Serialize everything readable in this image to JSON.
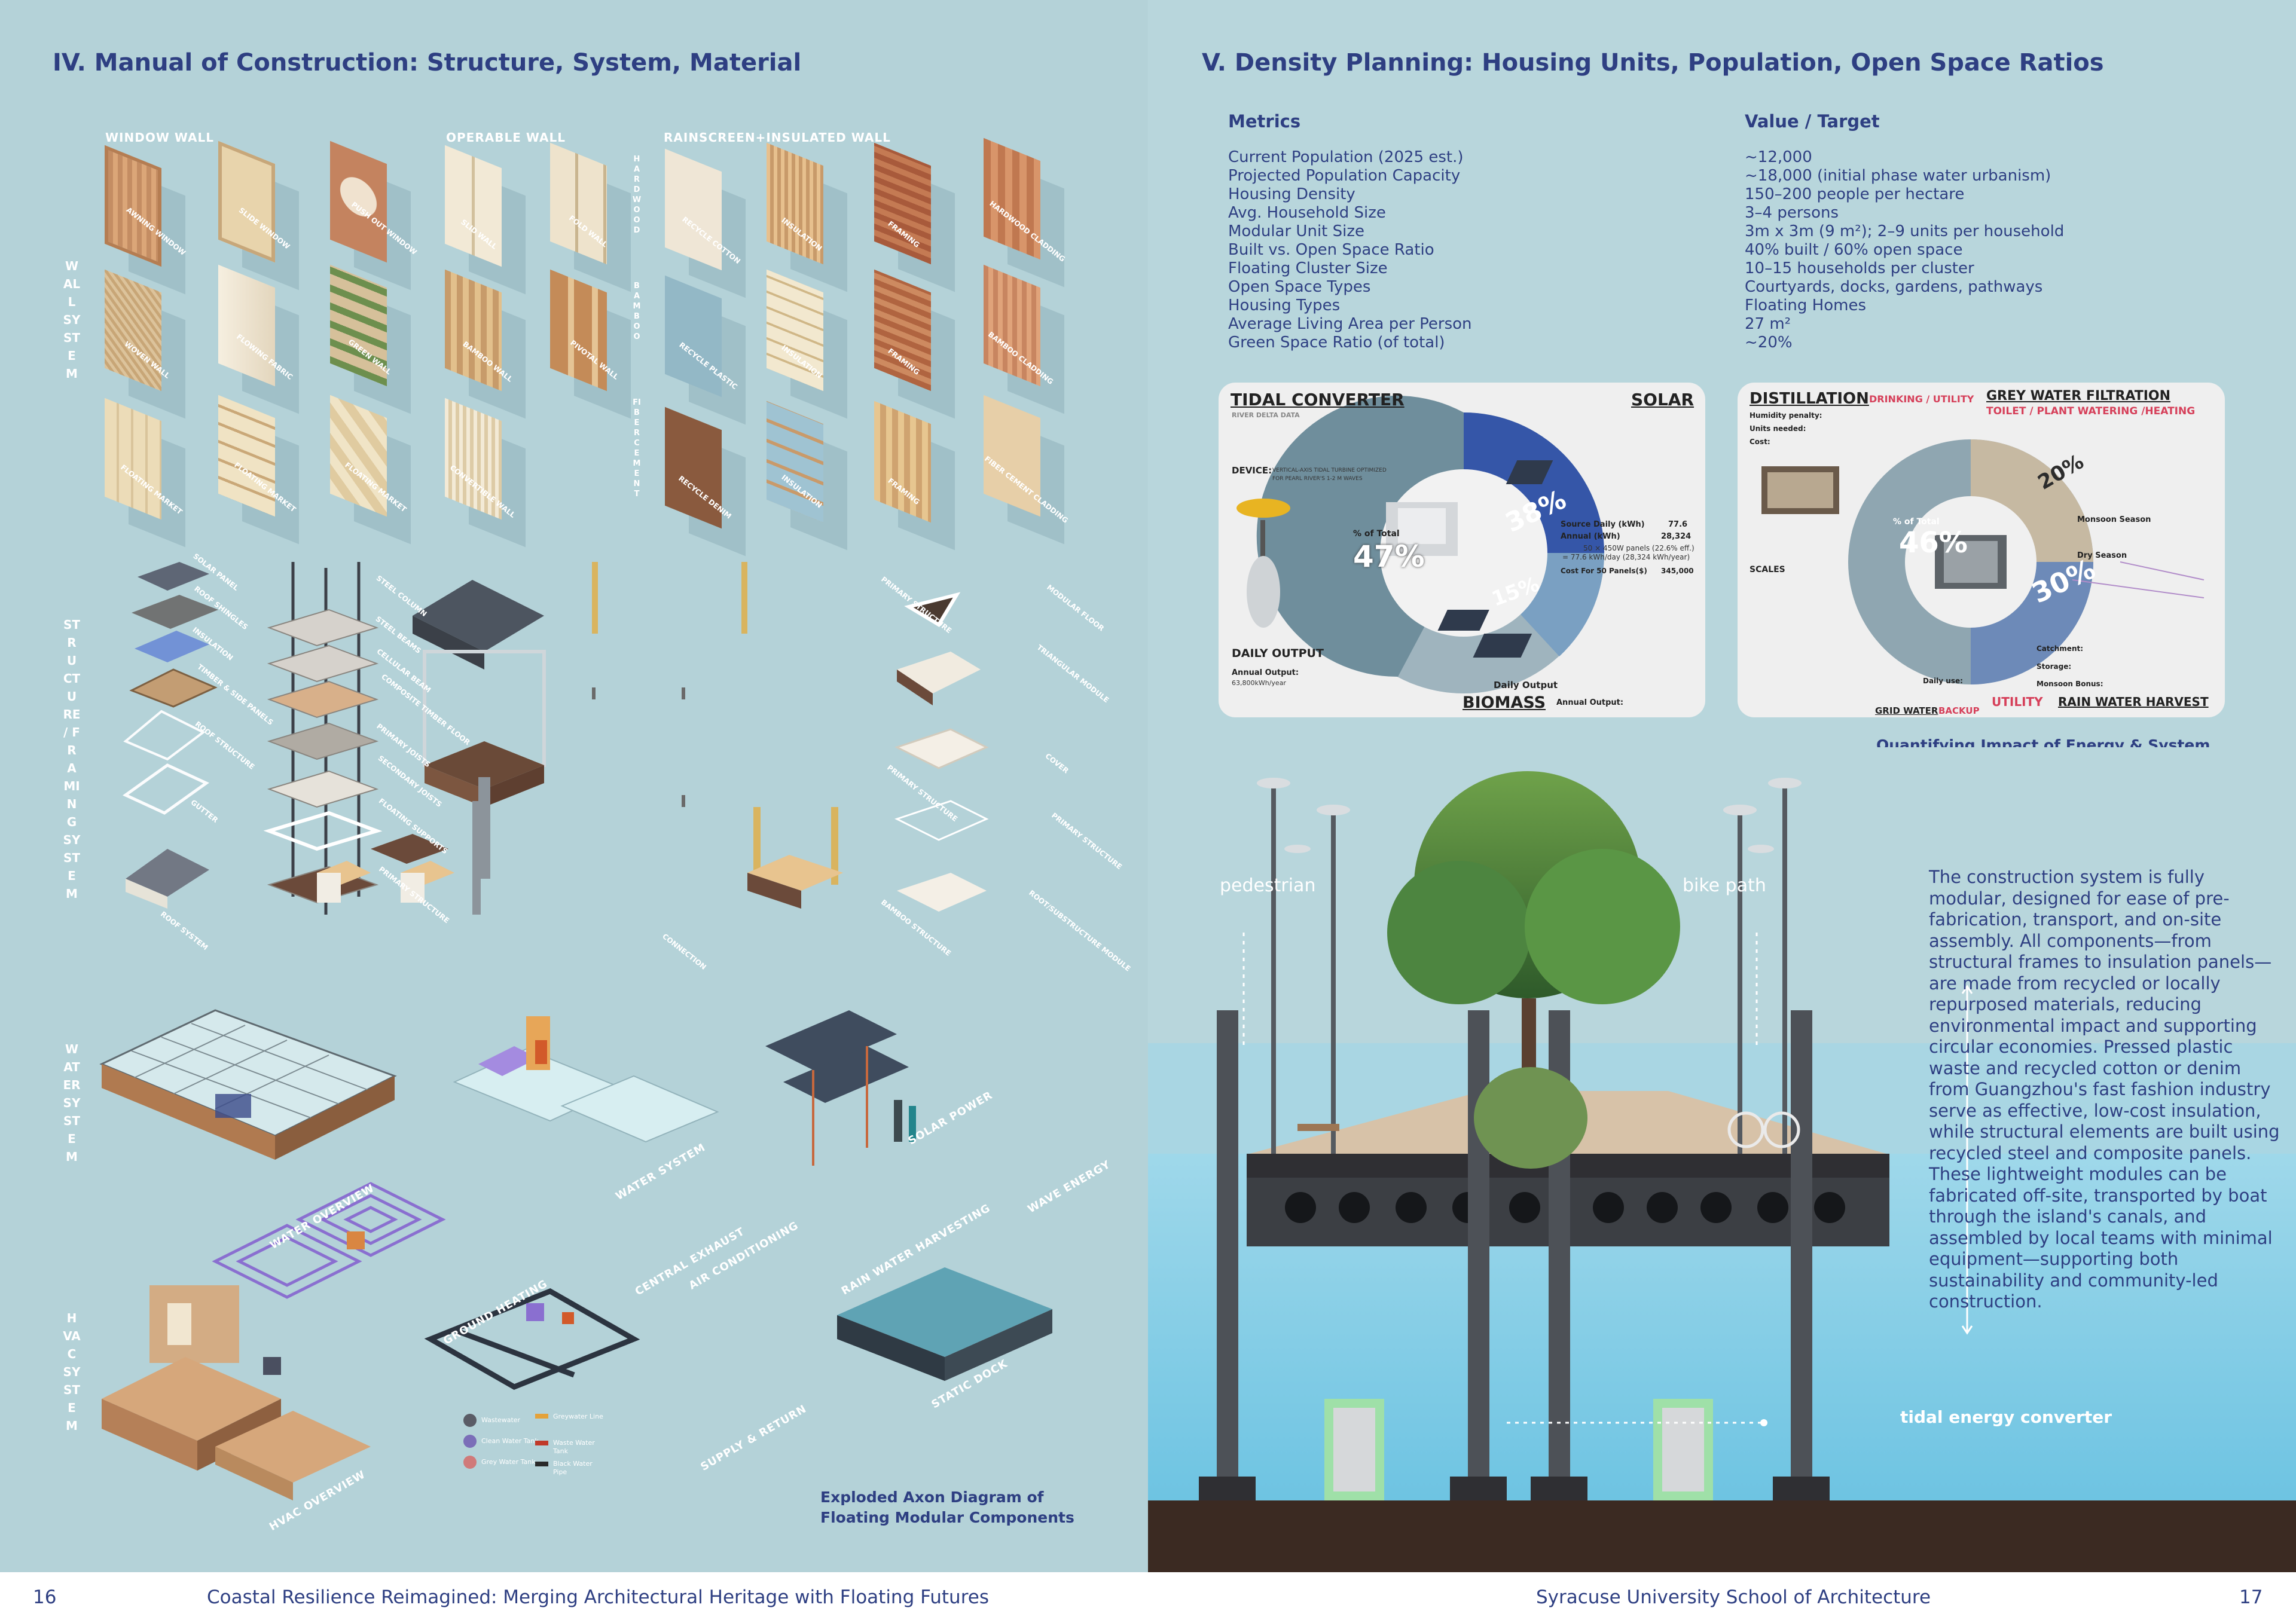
{
  "left": {
    "title": "IV. Manual of Construction: Structure, System, Material",
    "columns": [
      "WINDOW WALL",
      "OPERABLE WALL",
      "RAINSCREEN+INSULATED WALL"
    ],
    "systems": [
      "WALL SYSTEM",
      "STRUCTURE / FRAMING SYSTEM",
      "WATER SYSTEM",
      "HVAC SYSTEM"
    ],
    "materials": [
      "HARDWOOD",
      "BAMBOO",
      "FIBER CEMENT"
    ],
    "wall_panels_row1": [
      "AWNING WINDOW",
      "SLIDE WINDOW",
      "PUSH OUT WINDOW",
      "SLID WALL",
      "FOLD WALL",
      "RECYCLE COTTON",
      "INSULATION",
      "FRAMING",
      "HARDWOOD CLADDING"
    ],
    "wall_panels_row2": [
      "WOVEN WALL",
      "FLOWING FABRIC",
      "GREEN WALL",
      "BAMBOO WALL",
      "PIVOTAL WALL",
      "RECYCLE PLASTIC",
      "INSULATION",
      "FRAMING",
      "BAMBOO CLADDING"
    ],
    "wall_panels_row3": [
      "FLOATING MARKET",
      "FLOATING MARKET",
      "FLOATING MARKET",
      "CONVERTIBLE WALL",
      "",
      "RECYCLE DENIM",
      "INSULATION",
      "FRAMING",
      "FIBER CEMENT CLADDING"
    ],
    "structure_labels": [
      "SOLAR PANEL",
      "ROOF SHINGLES",
      "INSULATION",
      "TIMBER & SIDE PANELS",
      "ROOF STRUCTURE",
      "GUTTER",
      "ROOF SYSTEM",
      "STEEL COLUMN",
      "STEEL BEAMS",
      "CELLULAR BEAM",
      "COMPOSITE TIMBER FLOOR",
      "PRIMARY JOISTS",
      "SECONDARY JOISTS",
      "FLOATING SUPPORTS",
      "PRIMARY STRUCTURE",
      "CONNECTION",
      "PRIMARY STRUCTURE",
      "PRIMARY STRUCTURE",
      "BAMBOO STRUCTURE",
      "MODULAR FLOOR",
      "TRIANGULAR MODULE",
      "COVER",
      "PRIMARY STRUCTURE",
      "ROOT/SUBSTRUCTURE MODULE"
    ],
    "system_labels": [
      "WATER OVERVIEW",
      "WATER SYSTEM",
      "SOLAR POWER",
      "WAVE ENERGY",
      "RAIN WATER HARVESTING",
      "AIR CONDITIONING",
      "CENTRAL EXHAUST",
      "GROUND HEATING",
      "SUPPLY & RETURN",
      "STATIC DOCK",
      "HVAC OVERVIEW"
    ],
    "legend": [
      "Wastewater",
      "Greywater Line",
      "Clean Water Tank",
      "Waste Water Tank",
      "Grey Water Tank",
      "Black Water Pipe"
    ],
    "caption": [
      "Exploded Axon Diagram of",
      "Floating Modular Components"
    ]
  },
  "right": {
    "title": "V. Density Planning: Housing Units, Population, Open Space Ratios",
    "metrics_header": "Metrics",
    "value_header": "Value / Target",
    "metrics": [
      {
        "k": "Current Population (2025 est.)",
        "v": "~12,000"
      },
      {
        "k": "Projected Population Capacity",
        "v": "~18,000 (initial phase water urbanism)"
      },
      {
        "k": "Housing Density",
        "v": "150–200 people per hectare"
      },
      {
        "k": "Avg. Household Size",
        "v": "3–4 persons"
      },
      {
        "k": "Modular Unit Size",
        "v": "3m x 3m (9 m²); 2–9 units per household"
      },
      {
        "k": "Built vs. Open Space Ratio",
        "v": "40% built / 60% open space"
      },
      {
        "k": "Floating Cluster Size",
        "v": "10–15 households per cluster"
      },
      {
        "k": "Open Space Types",
        "v": "Courtyards, docks, gardens, pathways"
      },
      {
        "k": "Housing Types",
        "v": "Floating Homes"
      },
      {
        "k": "Average Living Area per Person",
        "v": "27 m²"
      },
      {
        "k": "Green Space Ratio (of total)",
        "v": "~20%"
      }
    ],
    "energy_card": {
      "tidal": "TIDAL CONVERTER",
      "solar": "SOLAR",
      "biomass": "BIOMASS",
      "river_delta": "RIVER DELTA DATA",
      "device_label": "DEVICE:",
      "device_text": "VERTICAL-AXIS TIDAL TURBINE OPTIMIZED FOR PEARL RIVER'S 1-2 M WAVES",
      "daily_output": "DAILY OUTPUT",
      "annual_output": "Annual Output:",
      "annual_output_val": "63,800kWh/year",
      "pct_tidal": "47%",
      "pct_solar": "38%",
      "pct_biomass": "15%",
      "of_total": "% of Total",
      "source_daily": "Source Daily (kWh)",
      "source_daily_val": "77.6",
      "annual_kwh": "Annual (kWh)",
      "annual_kwh_val": "28,324",
      "panels_text": "50 × 450W panels (22.6% eff.)",
      "panels_text2": "= 77.6 kWh/day (28,324 kWh/year)",
      "cost_label": "Cost For 50 Panels($)",
      "cost_val": "345,000",
      "daily_output2": "Daily Output",
      "annual_output2": "Annual Output:"
    },
    "water_card": {
      "distillation": "DISTILLATION",
      "drinking": "DRINKING / UTILITY",
      "grey": "GREY WATER FILTRATION",
      "toilet": "TOILET / PLANT WATERING /HEATING",
      "humidity": "Humidity penalty:",
      "units_needed": "Units needed:",
      "cost": "Cost:",
      "scales": "SCALES",
      "pct_distill": "46%",
      "pct_grey": "20%",
      "pct_rain": "30%",
      "of_total": "% of Total",
      "monsoon": "Monsoon Season",
      "dry": "Dry Season",
      "catchment": "Catchment:",
      "storage": "Storage:",
      "monsoon_bonus": "Monsoon Bonus:",
      "utility": "UTILITY",
      "rain": "RAIN WATER HARVEST",
      "grid": "GRID WATER",
      "backup": "BACKUP",
      "daily_use": "Daily use:"
    },
    "card_caption": "Quantifying Impact of Energy & System",
    "labels": {
      "pedestrian": "pedestrian",
      "bike": "bike path",
      "tidal": "tidal energy converter"
    },
    "body": "The construction system is fully modular, designed for ease of pre-fabrication, transport, and on-site assembly. All components—from structural frames to insulation panels—are made from recycled or locally repurposed materials, reducing environmental impact and supporting circular economies. Pressed plastic waste and recycled cotton or denim from Guangzhou's fast fashion industry serve as effective, low-cost insulation, while structural elements are built using recycled steel and composite panels. These lightweight modules can be fabricated off-site, transported by boat through the island's canals, and assembled by local teams with minimal equipment—supporting both sustainability and community-led construction."
  },
  "footer": {
    "page_left": "16",
    "left_text": "Coastal Resilience Reimagined: Merging Architectural Heritage with Floating Futures",
    "right_text": "Syracuse University School of Architecture",
    "page_right": "17"
  },
  "colors": {
    "title": "#2e3f82",
    "bg": "#b4d2d8",
    "wood": "#c89a6a",
    "water": "#8ed0e2"
  }
}
